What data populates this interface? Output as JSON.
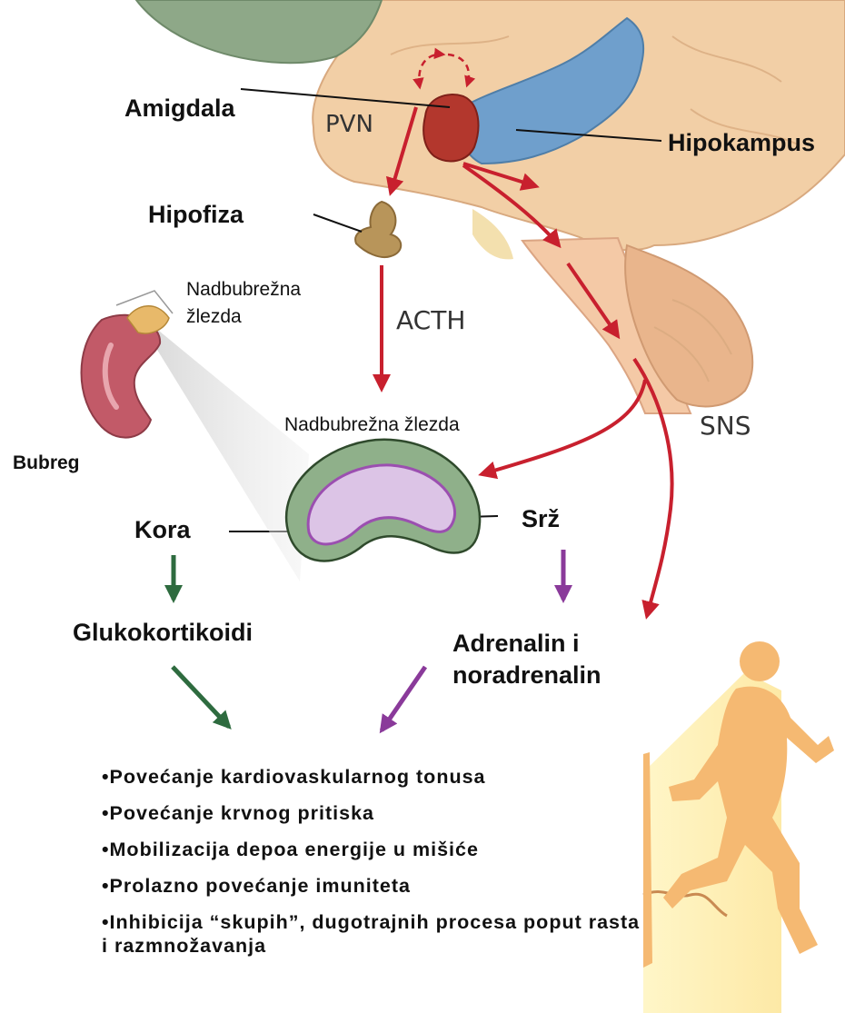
{
  "labels": {
    "amygdala": "Amigdala",
    "pvn": "PVN",
    "hippocampus": "Hipokampus",
    "pituitary": "Hipofiza",
    "adrenal_small": [
      "Nadbubrežna",
      "žlezda"
    ],
    "acth": "ACTH",
    "sns": "SNS",
    "adrenal_gland": "Nadbubrežna žlezda",
    "kidney": "Bubreg",
    "cortex": "Kora",
    "medulla": "Srž",
    "glucocorticoids": "Glukokortikoidi",
    "catecholamines": [
      "Adrenalin i",
      "noradrenalin"
    ]
  },
  "effects": [
    "•Povećanje kardiovaskularnog tonusa",
    "•Povećanje krvnog pritiska",
    "•Mobilizacija depoa energije u mišiće",
    "•Prolazno povećanje imuniteta",
    "•Inhibicija “skupih”, dugotrajnih procesa poput rasta i razmnožavanja"
  ],
  "colors": {
    "brain": "#f2cfa6",
    "cerebellum": "#e9b58c",
    "hippocampus": "#6f9fcc",
    "amygdala": "#b3372d",
    "pituitary": "#b8955a",
    "kidney": "#c25a68",
    "adrenal_cortex": "#8fb08a",
    "adrenal_medulla": "#dcc4e6",
    "arrow_red": "#c8202e",
    "arrow_green": "#2e6b3f",
    "arrow_purple": "#8a3a9a",
    "runner": "#f5b972"
  },
  "icons": [
    "runner-silhouette-icon",
    "kidney-icon",
    "brain-illustration"
  ]
}
